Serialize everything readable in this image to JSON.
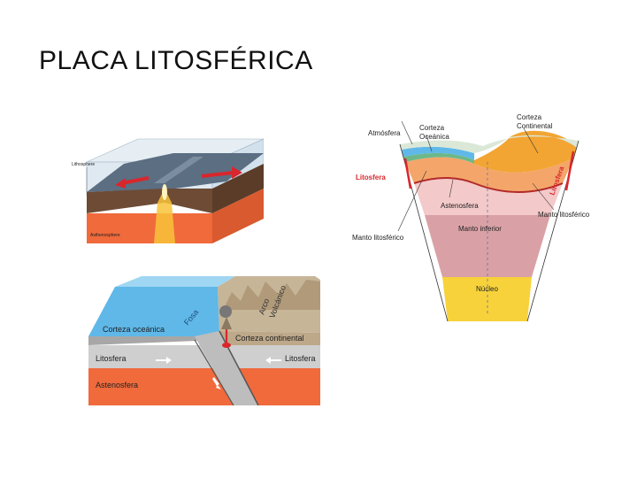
{
  "slide": {
    "title": "PLACA LITOSFÉRICA"
  },
  "ridge_figure": {
    "lithosphere_label": "Lithosphere",
    "asthenosphere_label": "Asthenosphere"
  },
  "subduction_figure": {
    "trench_label": "Fosa",
    "arc_label_line1": "Arco",
    "arc_label_line2": "Volcánico",
    "oceanic_crust_label": "Corteza oceánica",
    "continental_crust_label": "Corteza continental",
    "lithosphere_left_label": "Litosfera",
    "lithosphere_right_label": "Litosfera",
    "asthenosphere_label": "Astenosfera"
  },
  "earth_figure": {
    "atmosphere_label": "Atmósfera",
    "oceanic_crust_line1": "Corteza",
    "oceanic_crust_line2": "Oceánica",
    "continental_crust_line1": "Corteza",
    "continental_crust_line2": "Continental",
    "lithosphere_left_label": "Litosfera",
    "lithosphere_right_label": "Litosfera",
    "asthenosphere_label": "Astenosfera",
    "lithospheric_mantle_right_label": "Manto litosférico",
    "lower_mantle_label": "Manto inferior",
    "lithospheric_mantle_left_label": "Manto litosférico",
    "core_label": "Núcleo"
  },
  "colors": {
    "ocean": "#5fb8e8",
    "asthenosphere": "#f06a3c",
    "lithosphere_gray": "#c9c9c9",
    "crust_brown": "#8a6a4a",
    "earth_orange": "#f2a533",
    "lower_mantle": "#d9a1a6",
    "core_yellow": "#f7d23a",
    "accent_red": "#d9262c"
  }
}
